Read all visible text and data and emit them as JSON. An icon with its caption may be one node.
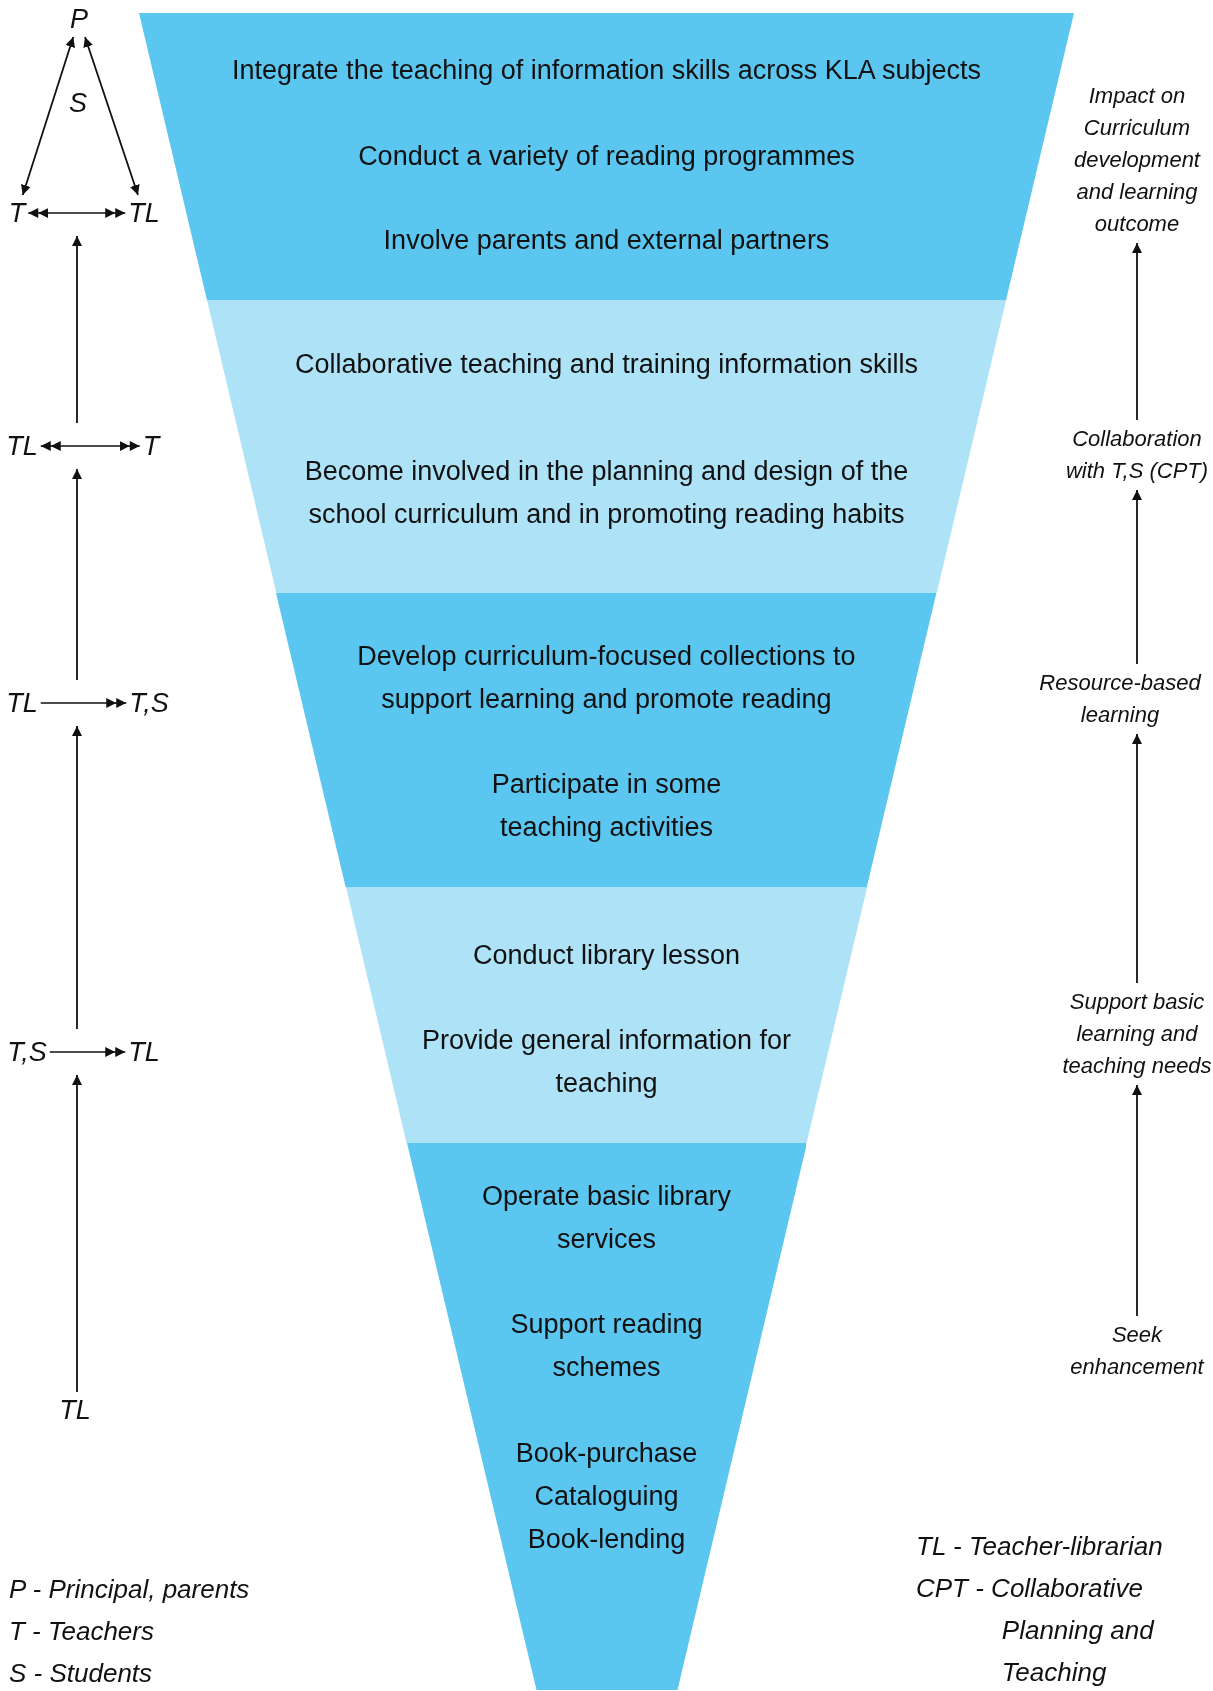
{
  "diagram": {
    "nodes": [
      {
        "text": [
          "Integrate the teaching of information skills across KLA subjects",
          "Conduct a variety of reading programmes",
          "Involve parents and external partners"
        ]
      },
      {
        "text": [
          "Collaborative teaching and training information skills",
          "Become involved in the planning and design of the school curriculum and in promoting reading habits"
        ]
      },
      {
        "text": [
          "Develop curriculum-focused collections to support learning and promote reading",
          "Participate in some teaching activities"
        ]
      },
      {
        "text": [
          "Conduct library lesson",
          "Provide general information for teaching"
        ]
      },
      {
        "text": [
          "Operate basic library services",
          "Support reading schemes",
          "Book-purchase",
          "Cataloguing",
          "Book-lending"
        ]
      },
      {
        "text": [
          "P"
        ]
      },
      {
        "text": [
          "T"
        ]
      },
      {
        "text": [
          "TL"
        ]
      },
      {
        "text": [
          "TL"
        ]
      },
      {
        "text": [
          "T"
        ]
      },
      {
        "text": [
          "TL"
        ]
      },
      {
        "text": [
          "T,S"
        ]
      },
      {
        "text": [
          "T,S"
        ]
      },
      {
        "text": [
          "TL"
        ]
      },
      {
        "text": [
          "TL"
        ]
      },
      {
        "text": [
          "Impact on Curriculum development and learning outcome"
        ]
      },
      {
        "text": [
          "Collaboration with T,S (CPT)"
        ]
      },
      {
        "text": [
          "Resource-based learning"
        ]
      },
      {
        "text": [
          "Support basic learning and teaching needs"
        ]
      },
      {
        "text": [
          "Seek enhancement"
        ]
      }
    ],
    "edges": [
      {
        "from": 5,
        "to": 6,
        "arrow": "both"
      },
      {
        "from": 5,
        "to": 7,
        "arrow": "both"
      },
      {
        "from": 6,
        "to": 7,
        "arrow": "both"
      },
      {
        "from": 8,
        "to": 9,
        "arrow": "both"
      },
      {
        "from": 10,
        "to": 11,
        "arrow": "to"
      },
      {
        "from": 12,
        "to": 13,
        "arrow": "to"
      },
      {
        "from": 14,
        "to": 12,
        "arrow": "to"
      },
      {
        "from": 19,
        "to": 18,
        "arrow": "to"
      },
      {
        "from": 18,
        "to": 17,
        "arrow": "to"
      },
      {
        "from": 17,
        "to": 16,
        "arrow": "to"
      },
      {
        "from": 16,
        "to": 15,
        "arrow": "to"
      },
      {
        "from": 12,
        "to": 10,
        "arrow": "to"
      },
      {
        "from": 10,
        "to": 8,
        "arrow": "to"
      },
      {
        "from": 8,
        "to": 6,
        "arrow": "to"
      }
    ],
    "labels": [
      "S",
      "P - Principal, parents",
      "T - Teachers",
      "S - Students",
      "TL - Teacher-librarian",
      "CPT - Collaborative Planning and Teaching"
    ]
  }
}
